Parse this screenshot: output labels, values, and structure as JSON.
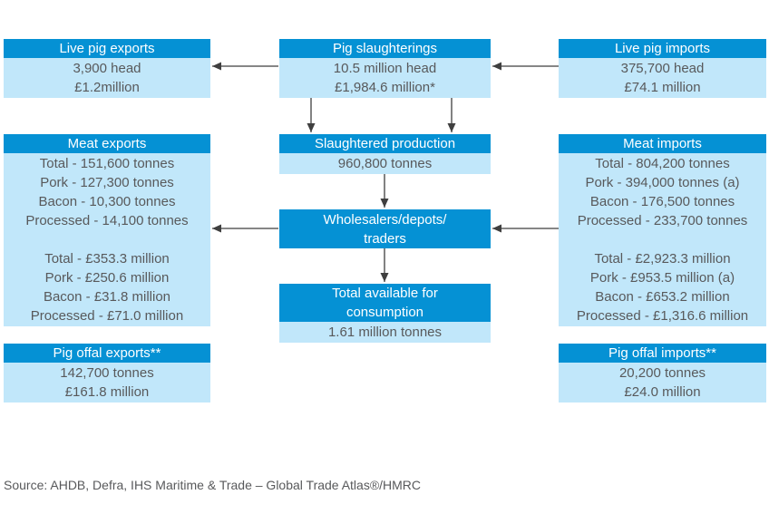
{
  "colors": {
    "header_bg": "#0591D4",
    "body_bg": "#C1E7FA",
    "header_text": "#FFFFFF",
    "body_text": "#58595B",
    "arrow": "#3F3F3F"
  },
  "diagram": {
    "live_pig_exports": {
      "title": "Live pig exports",
      "lines": [
        "3,900 head",
        "£1.2million"
      ]
    },
    "pig_slaughterings": {
      "title": "Pig slaughterings",
      "lines": [
        "10.5 million head",
        "£1,984.6 million*"
      ]
    },
    "live_pig_imports": {
      "title": "Live pig imports",
      "lines": [
        "375,700 head",
        "£74.1 million"
      ]
    },
    "meat_exports": {
      "title": "Meat exports",
      "lines": [
        "Total - 151,600 tonnes",
        "Pork - 127,300 tonnes",
        "Bacon - 10,300 tonnes",
        "Processed - 14,100 tonnes",
        "",
        "Total - £353.3 million",
        "Pork - £250.6 million",
        "Bacon - £31.8 million",
        "Processed - £71.0 million"
      ]
    },
    "slaughtered_production": {
      "title": "Slaughtered production",
      "lines": [
        "960,800 tonnes"
      ]
    },
    "meat_imports": {
      "title": "Meat imports",
      "lines": [
        "Total - 804,200 tonnes",
        "Pork - 394,000 tonnes (a)",
        "Bacon - 176,500 tonnes",
        "Processed - 233,700 tonnes",
        "",
        "Total - £2,923.3 million",
        "Pork - £953.5 million (a)",
        "Bacon - £653.2 million",
        "Processed - £1,316.6 million"
      ]
    },
    "wholesalers": {
      "title": [
        "Wholesalers/depots/",
        "traders"
      ]
    },
    "total_available": {
      "title": [
        "Total available for",
        "consumption"
      ],
      "lines": [
        "1.61 million tonnes"
      ]
    },
    "pig_offal_exports": {
      "title": "Pig offal exports**",
      "lines": [
        "142,700 tonnes",
        "£161.8 million"
      ]
    },
    "pig_offal_imports": {
      "title": "Pig offal imports**",
      "lines": [
        "20,200 tonnes",
        "£24.0 million"
      ]
    }
  },
  "footer": {
    "source": "Source: AHDB, Defra, IHS Maritime & Trade – Global Trade Atlas®/HMRC"
  }
}
